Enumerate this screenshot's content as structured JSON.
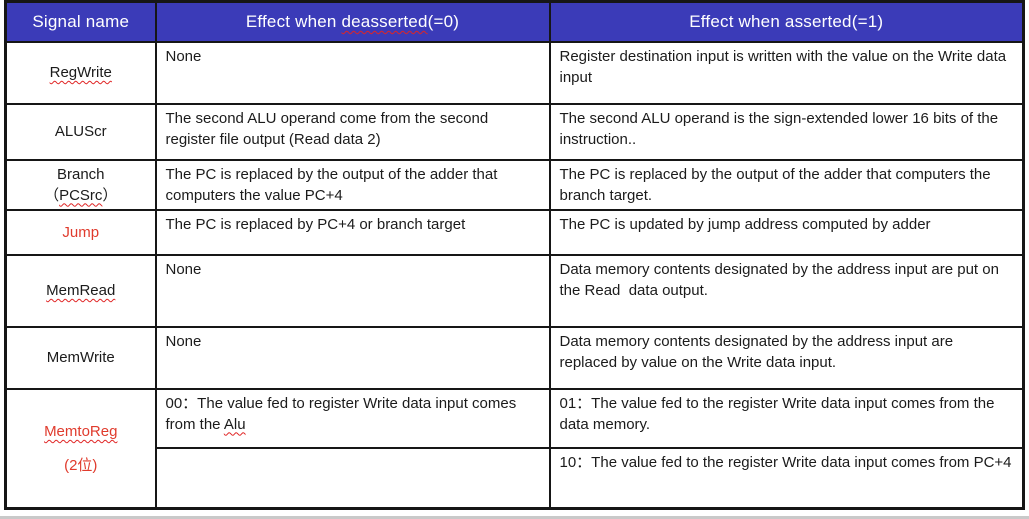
{
  "colors": {
    "header_bg": "#3b3bb8",
    "header_text": "#ffffff",
    "body_text": "#1b1b1b",
    "red_signal_text": "#e03b2d",
    "border": "#161616",
    "spellcheck_underline": "#e02424"
  },
  "spellcheck_words": [
    "deasserted",
    "RegWrite",
    "PCSrc",
    "MemRead",
    "MemtoReg",
    "Alu"
  ],
  "table": {
    "headers": {
      "signal": "Signal name",
      "deasserted": "Effect when deasserted(=0)",
      "asserted": "Effect when asserted(=1)"
    },
    "rows": [
      {
        "signal_line1": "RegWrite",
        "signal_line2": "",
        "deasserted": "None",
        "asserted": "Register destination input is written with the value on the Write data input"
      },
      {
        "signal_line1": "ALUScr",
        "signal_line2": "",
        "deasserted": "The second ALU operand come from the second register file output (Read data 2)",
        "asserted": "The second ALU operand is the sign-extended lower 16 bits of the instruction.."
      },
      {
        "signal_line1": "Branch",
        "signal_line2": "（PCSrc）",
        "deasserted": "The PC is replaced by the output of the adder that computers the value PC+4",
        "asserted": "The PC is replaced by the output of the adder that computers the branch target."
      },
      {
        "signal_line1": "Jump",
        "signal_line2": "",
        "deasserted": "The PC is replaced by PC+4 or branch target",
        "asserted": "The PC is updated by jump address computed by adder"
      },
      {
        "signal_line1": "MemRead",
        "signal_line2": "",
        "deasserted": "None",
        "asserted": "Data memory contents designated by the address input are put on the Read  data output."
      },
      {
        "signal_line1": "MemWrite",
        "signal_line2": "",
        "deasserted": "None",
        "asserted": "Data memory contents designated by the address input are replaced by value on the Write data input."
      },
      {
        "signal_line1": "MemtoReg",
        "signal_line2": "(2位)",
        "deasserted": "00：The value fed to register Write data input comes from the Alu",
        "asserted": "01：The value fed to the register Write data input comes from the data memory.",
        "deasserted2": "",
        "asserted2": "10：The value fed to the register Write data input comes from PC+4"
      }
    ]
  }
}
